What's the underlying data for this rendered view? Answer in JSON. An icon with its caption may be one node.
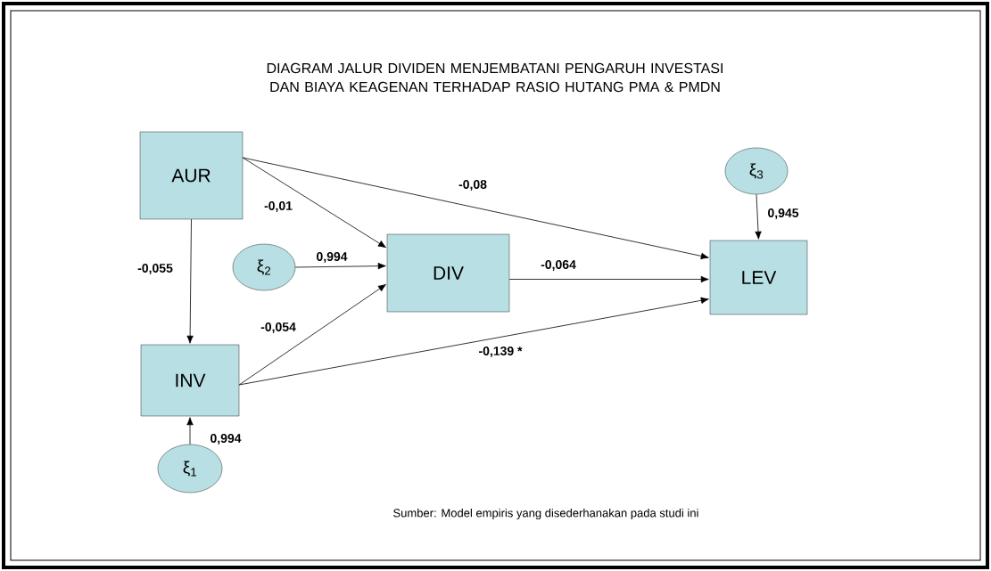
{
  "diagram": {
    "title": "DIAGRAM JALUR DIVIDEN MENJEMBATANI PENGARUH INVESTASI DAN BIAYA KEAGENAN TERHADAP RASIO HUTANG PMA & PMDN",
    "nodes": [
      {
        "text": [
          "AUR"
        ]
      },
      {
        "text": [
          "ξ$_{3}$"
        ]
      },
      {
        "text": [
          "ξ$_{2}$"
        ]
      },
      {
        "text": [
          "DIV"
        ]
      },
      {
        "text": [
          "LEV"
        ]
      },
      {
        "text": [
          "INV"
        ]
      },
      {
        "text": [
          "ξ$_{1}$"
        ]
      }
    ],
    "edges": [
      {
        "from": 0,
        "to": 4,
        "arrow": "to",
        "label": "-0,08"
      },
      {
        "from": 0,
        "to": 3,
        "arrow": "to",
        "label": "-0,01"
      },
      {
        "from": 0,
        "to": 5,
        "arrow": "to",
        "label": "-0,055"
      },
      {
        "from": 2,
        "to": 3,
        "arrow": "to",
        "label": "0,994"
      },
      {
        "from": 3,
        "to": 4,
        "arrow": "to",
        "label": "-0,064"
      },
      {
        "from": 5,
        "to": 3,
        "arrow": "to",
        "label": "-0,054"
      },
      {
        "from": 5,
        "to": 4,
        "arrow": "to",
        "label": "-0,139 *"
      },
      {
        "from": 1,
        "to": 4,
        "arrow": "to",
        "label": "0,945"
      },
      {
        "from": 6,
        "to": 5,
        "arrow": "to",
        "label": "0,994"
      }
    ],
    "labels": [
      "Sumber: Model empiris yang disederhanakan pada studi ini"
    ]
  }
}
